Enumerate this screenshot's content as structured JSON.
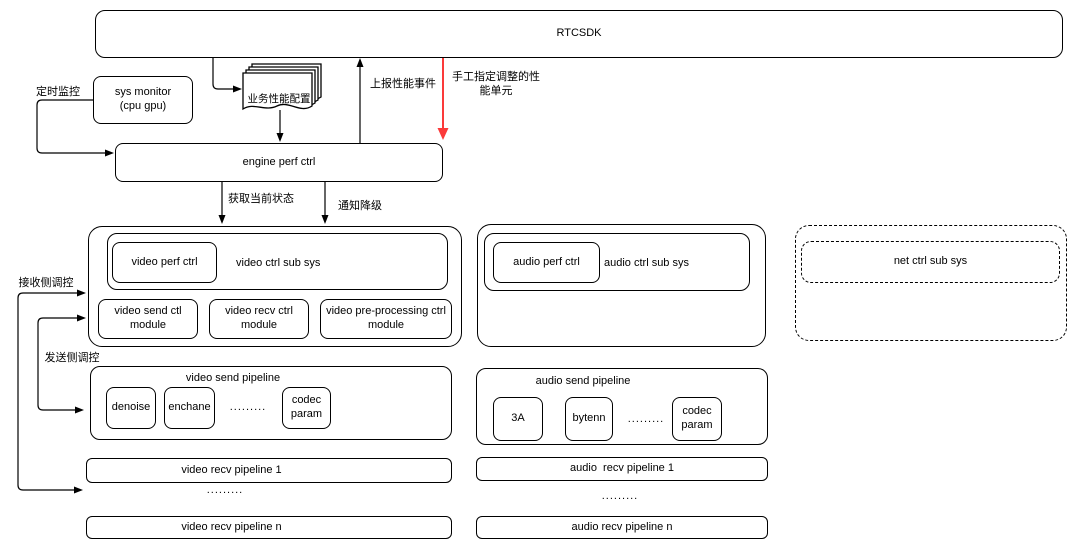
{
  "colors": {
    "stroke": "#000000",
    "manual_arrow": "#fb3a3a"
  },
  "top": {
    "rtcsdk": "RTCSDK",
    "timed_monitor_label": "定时监控",
    "sys_monitor": "sys monitor\n(cpu gpu)",
    "biz_perf_config": "业务性能配置",
    "report_perf_event_label": "上报性能事件",
    "manual_adjust_label": "手工指定调整的性\n能单元",
    "engine_perf_ctrl": "engine perf ctrl",
    "get_current_state_label": "获取当前状态",
    "notify_downgrade_label": "通知降级"
  },
  "side": {
    "recv_side_label": "接收侧调控",
    "send_side_label": "发送侧调控"
  },
  "video": {
    "perf_ctrl": "video perf ctrl",
    "sub_sys": "video ctrl sub sys",
    "send_ctl_module": "video send ctl\nmodule",
    "recv_ctrl_module": "video recv ctrl\nmodule",
    "preprocessing_module": "video pre-processing ctrl\nmodule",
    "send_pipeline": {
      "title": "video send pipeline",
      "stages": [
        "denoise",
        "enchane"
      ],
      "dots": ".........",
      "codec": "codec\nparam"
    },
    "recv_pipeline_1": "video recv pipeline 1",
    "recv_dots": ".........",
    "recv_pipeline_n": "video recv pipeline n"
  },
  "audio": {
    "perf_ctrl": "audio perf ctrl",
    "sub_sys": "audio ctrl sub sys",
    "send_pipeline": {
      "title": "audio send pipeline",
      "stages": [
        "3A",
        "bytenn"
      ],
      "dots": ".........",
      "codec": "codec\nparam"
    },
    "recv_pipeline_1": "audio  recv pipeline 1",
    "recv_dots": ".........",
    "recv_pipeline_n": "audio recv pipeline n"
  },
  "net": {
    "sub_sys": "net ctrl sub sys"
  }
}
